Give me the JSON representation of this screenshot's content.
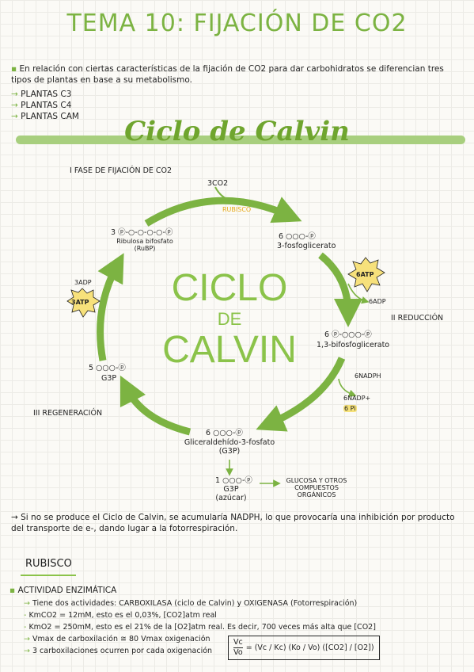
{
  "title": "TEMA 10: FIJACIÓN DE CO2",
  "intro": {
    "bullet": "▪",
    "text": "En relación con ciertas características de la fijación de CO2 para dar carbohidratos se diferencian tres tipos de plantas en base a su metabolismo.",
    "items": [
      "PLANTAS C3",
      "PLANTAS C4",
      "PLANTAS CAM"
    ]
  },
  "section_title": "Ciclo de Calvin",
  "cycle": {
    "center_text": [
      "CICLO",
      "DE",
      "CALVIN"
    ],
    "phase1": "I FASE DE FIJACIÓN DE CO2",
    "phase2": "II REDUCCIÓN",
    "phase3": "III REGENERACIÓN",
    "co2": "3CO2",
    "rubisco": "RUBISCO",
    "rubp_count": "3",
    "rubp_name": "Ribulosa bifosfato",
    "rubp_abbr": "(RuBP)",
    "pga_count": "6",
    "pga_name": "3-fosfoglicerato",
    "atp_in": "6ATP",
    "adp_out": "6ADP",
    "bpg_count": "6",
    "bpg_name": "1,3-bifosfoglicerato",
    "nadph_in": "6NADPH",
    "nadp_out": "6NADP+",
    "pi_out": "6 Pi",
    "g3p_count": "6",
    "g3p_name": "Gliceraldehído-3-fosfato",
    "g3p_abbr": "(G3P)",
    "out_count": "1",
    "out_name": "G3P",
    "out_sub": "(azúcar)",
    "glucose": "GLUCOSA Y OTROS COMPUESTOS ORGÁNICOS",
    "g3p5_count": "5",
    "g3p5_name": "G3P",
    "adp_regen": "3ADP",
    "atp_regen": "3ATP",
    "phosphate": "P"
  },
  "note": "→ Si no se produce el Ciclo de Calvin, se acumularía NADPH, lo que provocaría una inhibición por producto del transporte de e-, dando lugar a la fotorrespiración.",
  "rubisco_section": {
    "heading": "RUBISCO",
    "activity": "ACTIVIDAD ENZIMÁTICA",
    "lines": [
      "Tiene dos actividades: CARBOXILASA (ciclo de Calvin) y OXIGENASA (Fotorrespiración)",
      "KmCO2 = 12mM, esto es el 0,03%, [CO2]atm real",
      "KmO2 = 250mM, esto es el 21% de la [O2]atm real. Es decir, 700 veces más alta que [CO2]",
      "Vmax de carboxilación ≅ 80 Vmax oxigenación",
      "3 carboxilaciones ocurren por cada oxigenación"
    ],
    "formula_num": "Vc",
    "formula_den": "Vo",
    "formula_rhs": "= (Vc / Kc) (Ko / Vo) ([CO2] / [O2])"
  },
  "colors": {
    "green": "#7cb342",
    "light_green": "#a8cf7e",
    "yellow": "#f6e27a"
  }
}
